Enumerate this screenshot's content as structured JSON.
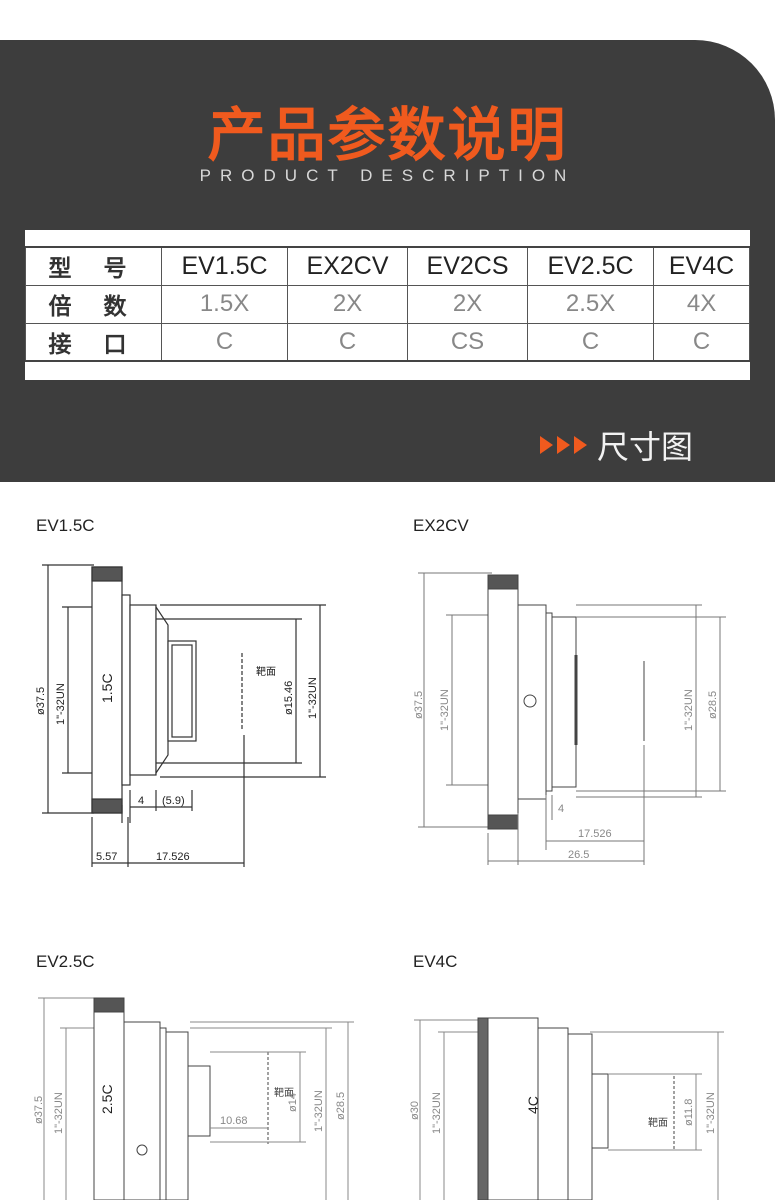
{
  "header": {
    "title": "产品参数说明",
    "subtitle": "PRODUCT DESCRIPTION"
  },
  "spec_table": {
    "rows": [
      {
        "label": "型 号",
        "values": [
          "EV1.5C",
          "EX2CV",
          "EV2CS",
          "EV2.5C",
          "EV4C"
        ]
      },
      {
        "label": "倍 数",
        "values": [
          "1.5X",
          "2X",
          "2X",
          "2.5X",
          "4X"
        ]
      },
      {
        "label": "接 口",
        "values": [
          "C",
          "C",
          "CS",
          "C",
          "C"
        ]
      }
    ]
  },
  "section": {
    "heading": "尺寸图",
    "accent_color": "#f05a1e"
  },
  "drawings": {
    "ev15c": {
      "name": "EV1.5C",
      "dims": [
        "ø37.5",
        "1\"-32UN",
        "1.5C",
        "靶面",
        "ø15.46",
        "1\"-32UN",
        "4",
        "(5.9)",
        "5.57",
        "17.526"
      ]
    },
    "ex2cv": {
      "name": "EX2CV",
      "dims": [
        "ø37.5",
        "1\"-32UN",
        "1\"-32UN",
        "ø28.5",
        "4",
        "17.526",
        "26.5"
      ]
    },
    "ev25c": {
      "name": "EV2.5C",
      "dims": [
        "ø37.5",
        "1\"-32UN",
        "2.5C",
        "10.68",
        "靶面",
        "ø14",
        "1\"-32UN",
        "ø28.5"
      ]
    },
    "ev4c": {
      "name": "EV4C",
      "dims": [
        "ø30",
        "1\"-32UN",
        "4C",
        "靶面",
        "ø11.8",
        "1\"-32UN"
      ]
    }
  }
}
